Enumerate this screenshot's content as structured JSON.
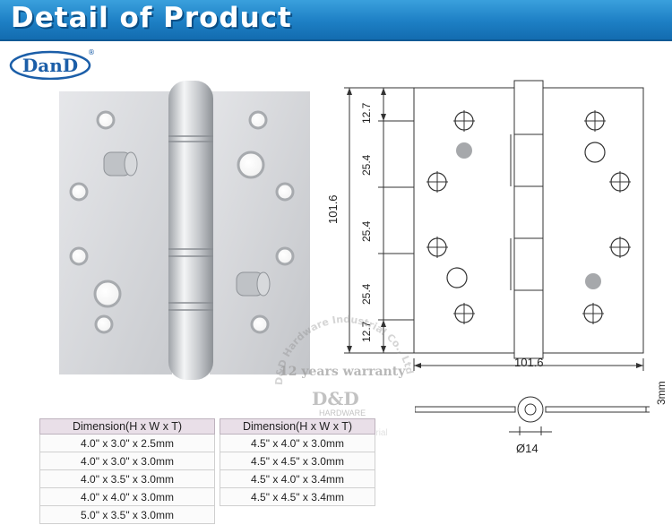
{
  "banner": {
    "title": "Detail of Product"
  },
  "logo": {
    "text": "DanD",
    "mark": "®"
  },
  "drawing": {
    "dim_top": "12.7",
    "dim_seg1": "25.4",
    "dim_seg2": "25.4",
    "dim_seg3": "25.4",
    "dim_bottom": "12.7",
    "dim_height": "101.6",
    "dim_width": "101.6",
    "dim_thickness": "3mm",
    "dim_knuckle": "Ø14"
  },
  "watermark": {
    "arc_text": "D&D Hardware Industrial Co., Ltd",
    "warranty": "12 years warranty",
    "brand": "D&D",
    "sub": "HARDWARE",
    "bottom": "Hardware Industrial"
  },
  "tables": [
    {
      "header": "Dimension(H x W x T)",
      "rows": [
        "4.0\" x 3.0\" x 2.5mm",
        "4.0\" x 3.0\" x 3.0mm",
        "4.0\" x 3.5\" x 3.0mm",
        "4.0\" x 4.0\" x 3.0mm",
        "5.0\" x 3.5\" x 3.0mm"
      ]
    },
    {
      "header": "Dimension(H x W x T)",
      "rows": [
        "4.5\" x 4.0\" x 3.0mm",
        "4.5\" x 4.5\" x 3.0mm",
        "4.5\" x 4.0\" x 3.4mm",
        "4.5\" x 4.5\" x 3.4mm"
      ]
    }
  ]
}
